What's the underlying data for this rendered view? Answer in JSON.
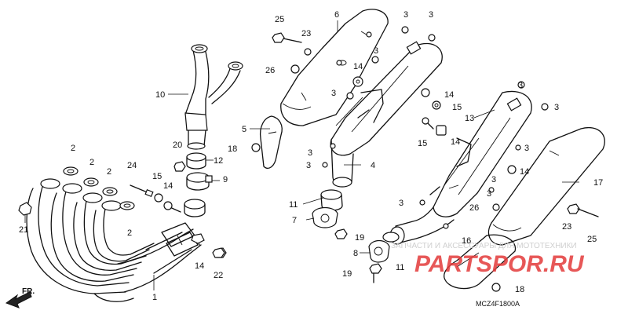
{
  "diagram": {
    "code": "MCZ4F1800A",
    "front_marker": "FR.",
    "callouts": {
      "c1": "1",
      "c2a": "2",
      "c2b": "2",
      "c2c": "2",
      "c2d": "2",
      "c3a": "3",
      "c3b": "3",
      "c3c": "3",
      "c3d": "3",
      "c3e": "3",
      "c3f": "3",
      "c3g": "3",
      "c3h": "3",
      "c3i": "3",
      "c3j": "3",
      "c3k": "3",
      "c3l": "3",
      "c4": "4",
      "c5": "5",
      "c6": "6",
      "c7": "7",
      "c8": "8",
      "c9": "9",
      "c10": "10",
      "c11a": "11",
      "c11b": "11",
      "c12": "12",
      "c13": "13",
      "c14a": "14",
      "c14b": "14",
      "c14c": "14",
      "c14d": "14",
      "c14e": "14",
      "c14f": "14",
      "c15a": "15",
      "c15b": "15",
      "c15c": "15",
      "c16": "16",
      "c17": "17",
      "c18a": "18",
      "c18b": "18",
      "c19a": "19",
      "c19b": "19",
      "c20": "20",
      "c21": "21",
      "c22": "22",
      "c23a": "23",
      "c23b": "23",
      "c24": "24",
      "c25a": "25",
      "c25b": "25",
      "c26a": "26",
      "c26b": "26"
    }
  },
  "watermark": {
    "tagline": "ЗАПЧАСТИ И АКСЕССУАРЫ ДЛЯ МОТОТЕХНИКИ",
    "brand": "PARTSPOR.RU"
  }
}
